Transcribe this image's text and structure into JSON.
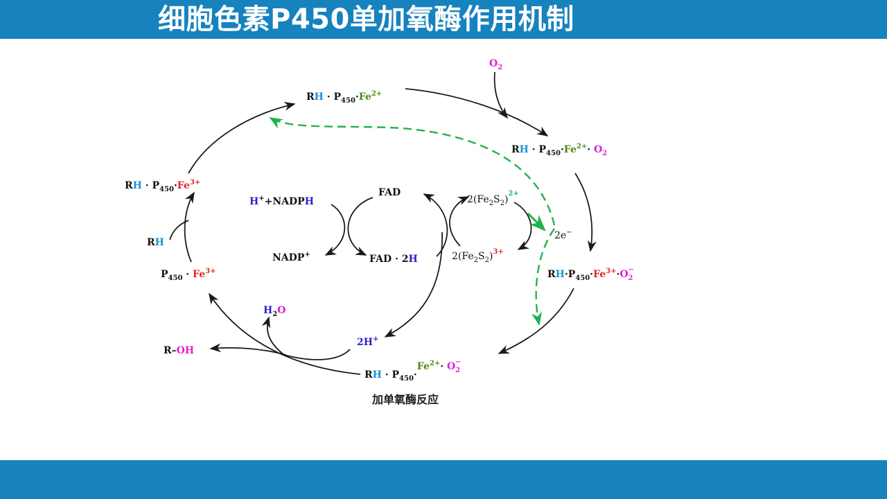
{
  "slide": {
    "title": "细胞色素P450单加氧酶作用机制",
    "caption": "加单氧酶反应"
  },
  "colors": {
    "band": "#1682be",
    "H_blue": "#1e90d6",
    "Fe_red": "#e8202a",
    "Fe_green": "#4a8a10",
    "O_magenta": "#e020d0",
    "H_violet": "#2a22c8",
    "electron_green": "#22b24c"
  },
  "diagram": {
    "o2_in": {
      "O": "O",
      "sub": "2"
    },
    "rh_p450_fe2": {
      "R": "R",
      "H": "H",
      "dot1": " · ",
      "P": "P",
      "sub": "450",
      "dot2": "·",
      "Fe": "Fe",
      "charge": "2+"
    },
    "rh_p450_fe2_o2": {
      "R": "R",
      "H": "H",
      "dot1": " · ",
      "P": "P",
      "sub": "450",
      "dot2": "·",
      "Fe": "Fe",
      "charge": "2+",
      "dot3": "· ",
      "O": "O",
      "Osub": "2"
    },
    "rh_p450_fe3_o2": {
      "R": "R",
      "H": "H",
      "dot1": "·",
      "P": "P",
      "sub": "450",
      "dot2": "·",
      "Fe": "Fe",
      "charge": "3+",
      "dot3": "·",
      "O": "O",
      "Osub": "2",
      "Osup": "−"
    },
    "rh_p450_fe2_o2minus": {
      "R": "R",
      "H": "H",
      "dot1": " · ",
      "P": "P",
      "sub": "450",
      "dot2": "·",
      "Fe": "Fe",
      "charge": "2+",
      "dot3": "· ",
      "O": "O",
      "Osub": "2",
      "Osup": "−"
    },
    "rh_p450_fe3": {
      "R": "R",
      "H": "H",
      "dot1": " · ",
      "P": "P",
      "sub": "450",
      "dot2": "·",
      "Fe": "Fe",
      "charge": "3+"
    },
    "p450_fe3": {
      "P": "P",
      "sub": "450",
      "dot": " · ",
      "Fe": "Fe",
      "charge": "3+"
    },
    "rh_in": {
      "R": "R",
      "H": "H"
    },
    "h2o": {
      "H": "H",
      "sub": "2",
      "O": "O"
    },
    "r_oh": {
      "R": "R–",
      "OH": "OH"
    },
    "two_h_plus": {
      "text": "2H",
      "sup": "+"
    },
    "two_e": {
      "text": "2e",
      "sup": "−"
    },
    "nadph": {
      "H": "H",
      "sup": "+",
      "plus": "+NADP",
      "H2": "H"
    },
    "nadp_plus": {
      "text": "NADP",
      "sup": "+"
    },
    "fad": {
      "text": "FAD"
    },
    "fad_2h": {
      "text": "FAD · 2",
      "H": "H"
    },
    "fe2s2_ox": {
      "pre": "2(Fe",
      "s1": "2",
      "mid": "S",
      "s2": "2",
      "close": ")",
      "charge": "2+"
    },
    "fe2s2_red": {
      "pre": "2(Fe",
      "s1": "2",
      "mid": "S",
      "s2": "2",
      "close": ")",
      "charge": "3+"
    }
  }
}
